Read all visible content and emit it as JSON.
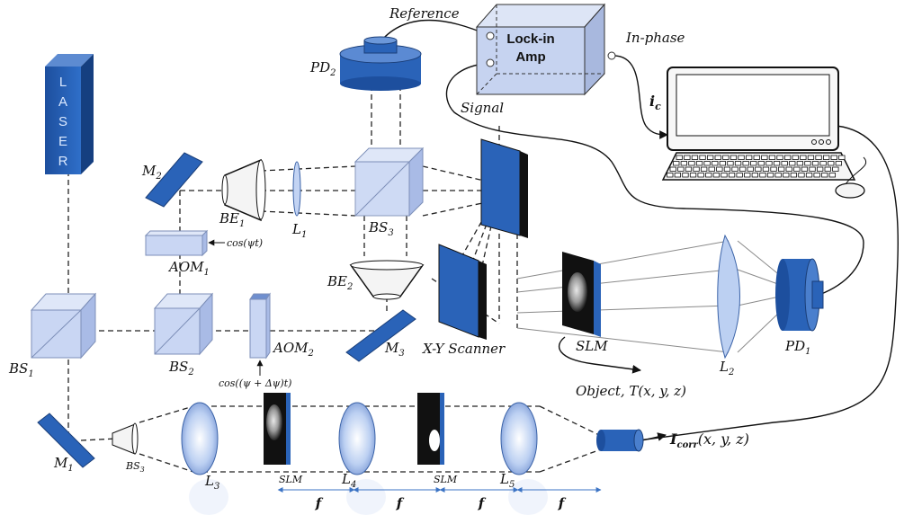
{
  "labels": {
    "reference": "Reference",
    "signal": "Signal",
    "in_phase": "In-phase",
    "lock_in_line1": "Lock-in",
    "lock_in_line2": "Amp",
    "ic": "i",
    "ic_sub": "c",
    "laser": [
      "L",
      "A",
      "S",
      "E",
      "R"
    ],
    "pd2": "PD",
    "pd2_sub": "2",
    "pd1": "PD",
    "pd1_sub": "1",
    "m1": "M",
    "m1_sub": "1",
    "m2": "M",
    "m2_sub": "2",
    "m3": "M",
    "m3_sub": "3",
    "be1": "BE",
    "be1_sub": "1",
    "be2": "BE",
    "be2_sub": "2",
    "l1": "L",
    "l1_sub": "1",
    "l2": "L",
    "l2_sub": "2",
    "l3": "L",
    "l3_sub": "3",
    "l4": "L",
    "l4_sub": "4",
    "l5": "L",
    "l5_sub": "5",
    "bs1": "BS",
    "bs1_sub": "1",
    "bs2": "BS",
    "bs2_sub": "2",
    "bs3": "BS",
    "bs3_sub": "3",
    "bs3_small": "BS",
    "bs3_small_sub": "3",
    "aom1": "AOM",
    "aom1_sub": "1",
    "aom2": "AOM",
    "aom2_sub": "2",
    "cos1": "cos(ψt)",
    "cos2": "cos((ψ + Δψ)t)",
    "xy_scanner": "X-Y Scanner",
    "slm": "SLM",
    "slm_small_1": "SLM",
    "slm_small_2": "SLM",
    "object": "Object, T(x, y, z)",
    "icorr": "I",
    "icorr_sub": "corr",
    "icorr_rest": "(x, y, z)",
    "f_labels": [
      "f",
      "f",
      "f",
      "f"
    ]
  },
  "colors": {
    "component_blue": "#2a63b8",
    "cube_fill": "#c9d6f3",
    "lens_fill": "#b8ccf0"
  },
  "icons": {
    "computer": "computer-monitor-icon",
    "keyboard": "keyboard-icon",
    "mouse": "mouse-icon"
  }
}
